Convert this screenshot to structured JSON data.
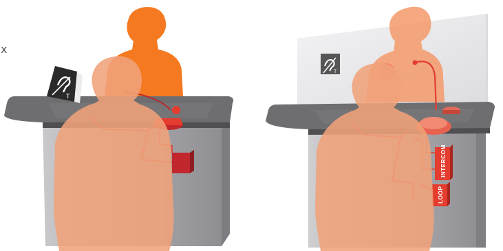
{
  "stray_glyph": "x",
  "panels": {
    "left": {
      "sign_letter": "T"
    },
    "right": {
      "sign_letter": "T",
      "units": [
        {
          "label": "INTERCOM"
        },
        {
          "label": "LOOP"
        }
      ]
    }
  },
  "colors": {
    "staff": "#f47920",
    "customer": "#f0a27a",
    "counter_top": "#6e6e70",
    "counter_body": "#b5b5b8",
    "equipment": "#e43c2e",
    "loop_box": "#c1272d",
    "sign_dark": "#2a2a2a",
    "glass": "#e6e6e8"
  }
}
